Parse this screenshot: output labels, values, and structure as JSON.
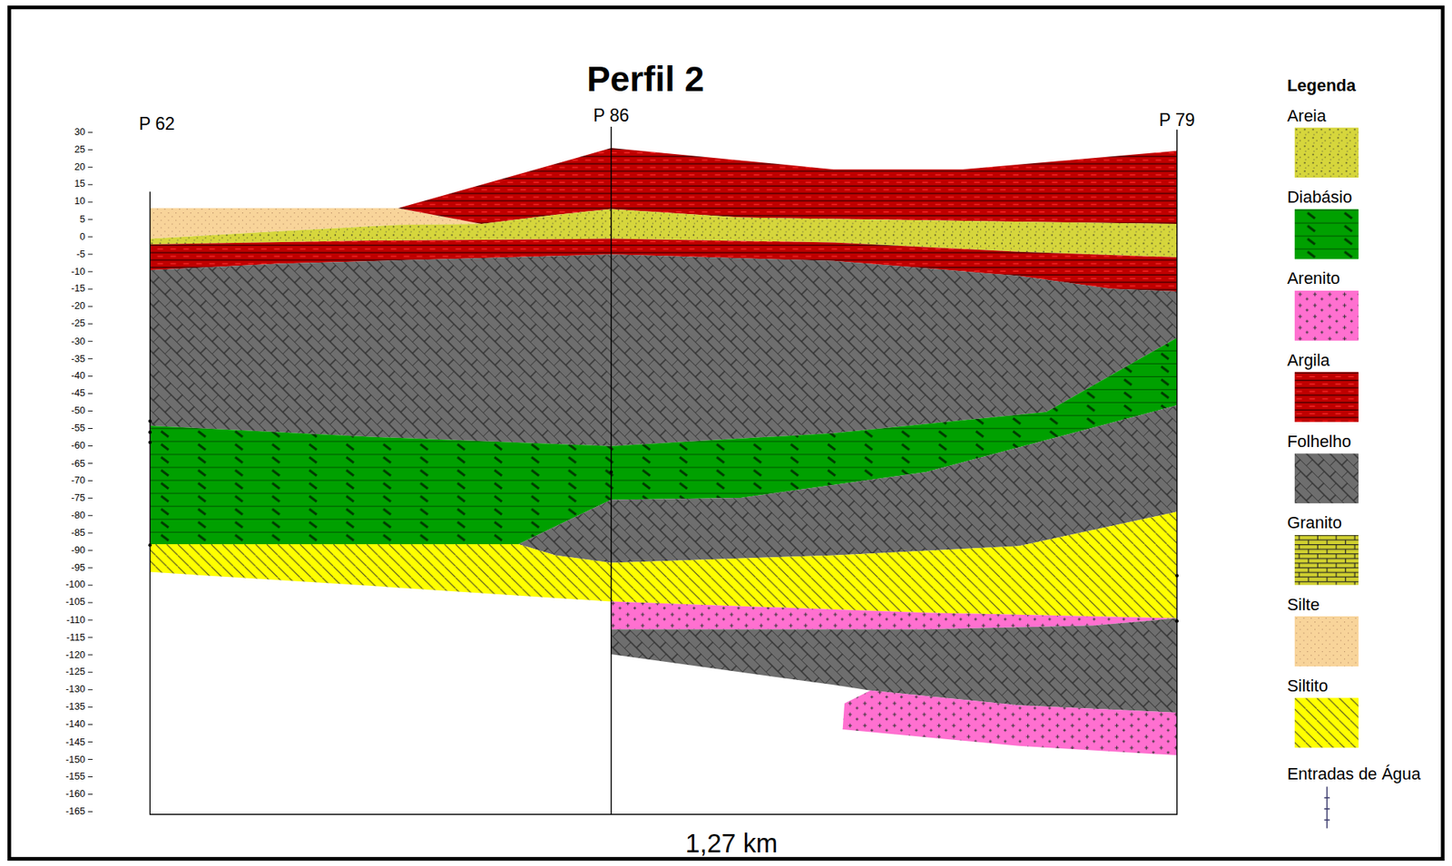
{
  "diagram": {
    "title": "Perfil 2",
    "labels": [
      "P 62",
      "P 86",
      "P 79",
      "1,27 km",
      "Legenda",
      "30",
      "25",
      "20",
      "15",
      "10",
      "5",
      "0",
      "-5",
      "-10",
      "-15",
      "-20",
      "-25",
      "-30",
      "-35",
      "-40",
      "-45",
      "-50",
      "-55",
      "-60",
      "-65",
      "-70",
      "-75",
      "-80",
      "-85",
      "-90",
      "-95",
      "-100",
      "-105",
      "-110",
      "-115",
      "-120",
      "-125",
      "-130",
      "-135",
      "-140",
      "-145",
      "-150",
      "-155",
      "-160",
      "-165"
    ],
    "legend": [
      {
        "text": "Areia",
        "color": "#d6d63c"
      },
      {
        "text": "Diabásio",
        "color": "#00a000"
      },
      {
        "text": "Arenito",
        "color": "#ff70d0"
      },
      {
        "text": "Argila",
        "color": "#c00000"
      },
      {
        "text": "Folhelho",
        "color": "#6e6e6e"
      },
      {
        "text": "Granito",
        "color": "#d0d030"
      },
      {
        "text": "Silte",
        "color": "#f8d49a"
      },
      {
        "text": "Siltito",
        "color": "#ffff00"
      },
      {
        "text": "Entradas de Água"
      }
    ]
  }
}
